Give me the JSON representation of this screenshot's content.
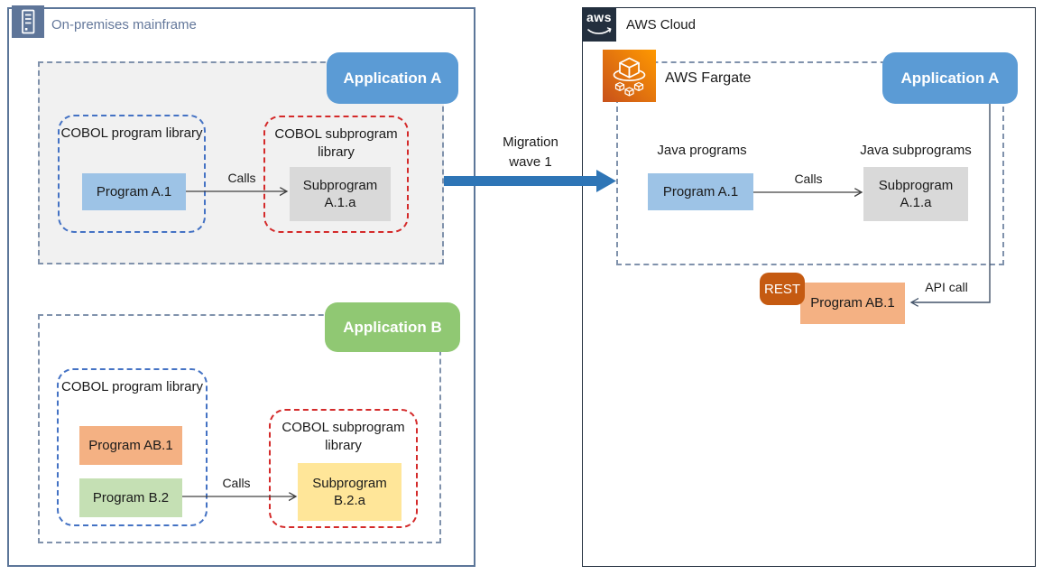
{
  "onprem": {
    "title": "On-premises mainframe",
    "app_a": {
      "badge_label": "Application A",
      "program_library_label": "COBOL program library",
      "program_a1_label": "Program A.1",
      "calls_label": "Calls",
      "subprogram_library_label": "COBOL subprogram library",
      "subprogram_a1a_label": "Subprogram A.1.a"
    },
    "app_b": {
      "badge_label": "Application B",
      "program_library_label": "COBOL program library",
      "program_ab1_label": "Program AB.1",
      "program_b2_label": "Program B.2",
      "calls_label": "Calls",
      "subprogram_library_label": "COBOL subprogram library",
      "subprogram_b2a_label": "Subprogram B.2.a"
    }
  },
  "migration": {
    "label": "Migration wave 1"
  },
  "aws": {
    "title": "AWS Cloud",
    "logo_text": "aws",
    "fargate": {
      "label": "AWS Fargate",
      "badge_label": "Application A",
      "java_programs_label": "Java programs",
      "program_a1_label": "Program A.1",
      "calls_label": "Calls",
      "java_subprograms_label": "Java subprograms",
      "subprogram_a1a_label": "Subprogram A.1.a"
    },
    "rest_badge_label": "REST",
    "program_ab1_label": "Program AB.1",
    "api_call_label": "API call"
  },
  "colors": {
    "app_a_badge_blue": "#5B9BD5",
    "app_b_badge_green": "#90C873",
    "program_blue": "#9DC3E6",
    "program_orange": "#F4B183",
    "program_green": "#C5E0B4",
    "subprogram_gray": "#D9D9D9",
    "subprogram_yellow": "#FFE699",
    "rest_badge_orange": "#C55A11",
    "migration_arrow_blue": "#2E75B6",
    "aws_dark_navy": "#232F3E",
    "fargate_orange_gradient": "#C8511B-#FF9900",
    "onprem_slate": "#64789B",
    "library_border_blue": "#4472C4",
    "library_border_red": "#D42A2A",
    "section_dash_slate": "#8092AC"
  }
}
